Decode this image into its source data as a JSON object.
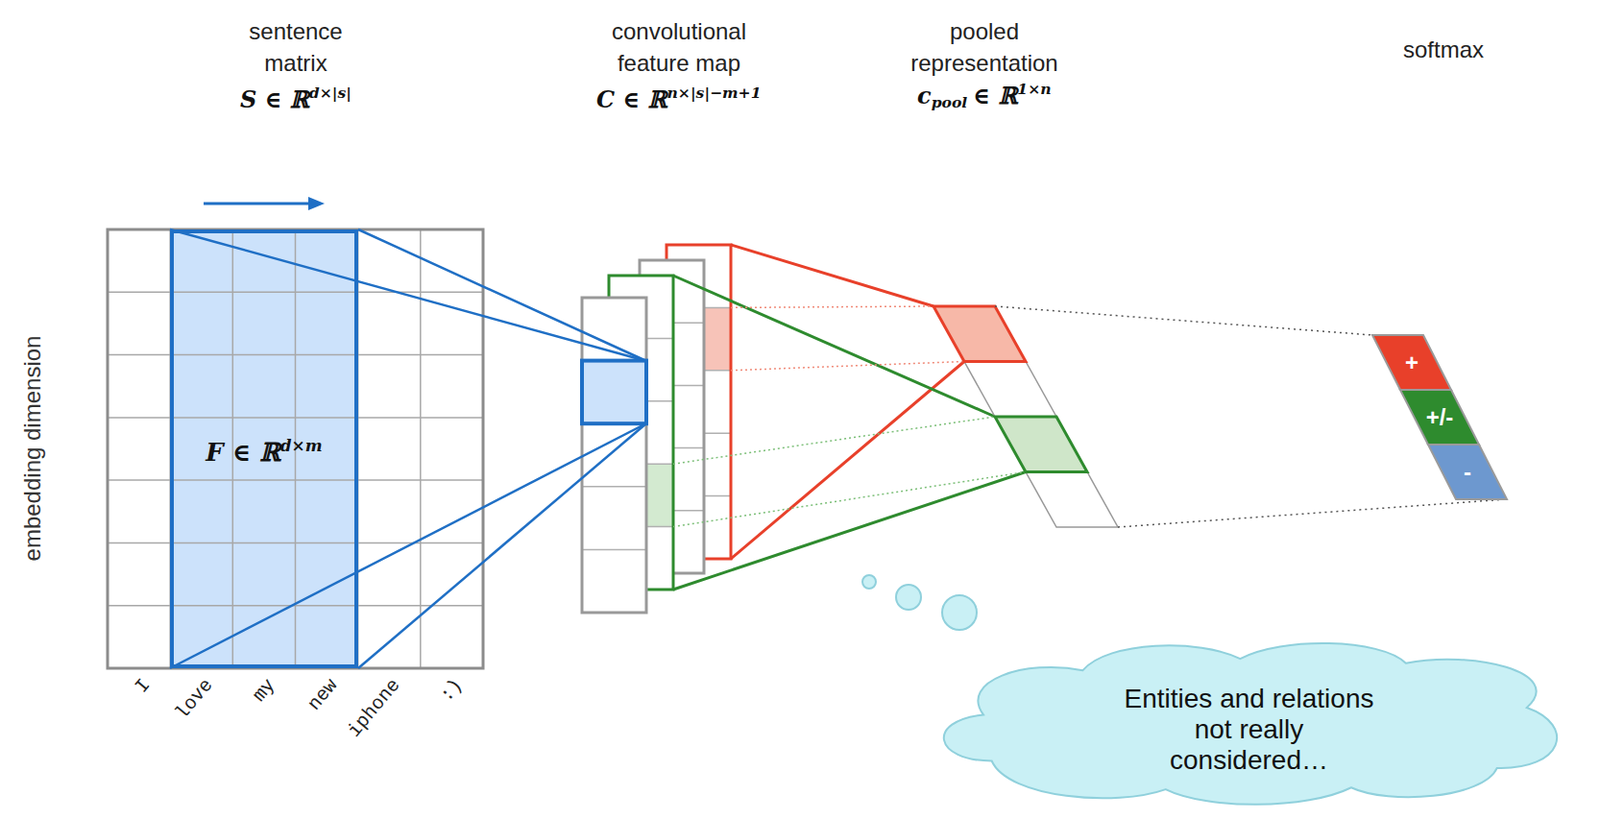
{
  "diagram": {
    "nodes": [
      {
        "text": [
          "F ∈ ℝ",
          "d×m"
        ]
      },
      {
        "text": [
          "+"
        ]
      },
      {
        "text": [
          "+/-"
        ]
      },
      {
        "text": [
          "-"
        ]
      },
      {
        "text": [
          "Entities and relations not really considered…"
        ]
      }
    ],
    "labels": [
      "sentence matrix",
      "S ∈ ℝ",
      "d×|s|",
      "convolutional feature map",
      "C ∈ ℝ",
      "n×|s|−m+1",
      "pooled representation",
      "c",
      "pool",
      "∈ ℝ",
      "1×n",
      "softmax",
      "embedding dimension",
      "I",
      "love",
      "my",
      "new",
      "iphone",
      ":)"
    ]
  }
}
